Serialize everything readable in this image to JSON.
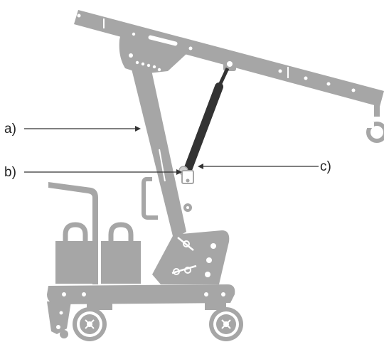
{
  "callouts": {
    "a": "a)",
    "b": "b)",
    "c": "c)"
  },
  "colors": {
    "body": "#a6a6a6",
    "cylinder": "#333333",
    "leader": "#333333",
    "background": "#ffffff"
  },
  "icons": {
    "counterweight_left": "padlock-weight-icon",
    "counterweight_right": "padlock-weight-icon",
    "hook": "lifting-hook-icon"
  }
}
